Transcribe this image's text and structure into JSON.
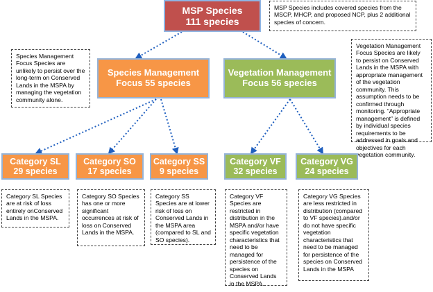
{
  "root": {
    "title": "MSP Species",
    "count": "111 species"
  },
  "root_note": "MSP Species includes covered species from the MSCP, MHCP, and proposed NCP, plus 2 additional species of concern.",
  "species_mgmt": {
    "title": "Species Management",
    "count": "Focus 55 species"
  },
  "species_mgmt_note": "Species Management Focus Species are unlikely to persist over the long-term on Conserved Lands in the MSPA by managing the vegetation community alone.",
  "veg_mgmt": {
    "title": "Vegetation Management",
    "count": "Focus 56 species"
  },
  "veg_mgmt_note": "Vegetation Management Focus Species are likely to persist on Conserved Lands in the MSPA with appropriate management of the vegetation community. This assumption needs to be confirmed through monitoring. “Appropriate management” is defined by individual species requirements to be addressed in goals and objectives for each vegetation community.",
  "categories": [
    {
      "title": "Category SL",
      "count": "29 species",
      "note": "Category SL Species are at risk of loss entirely onConserved Lands in the MSPA."
    },
    {
      "title": "Category SO",
      "count": "17 species",
      "note": "Category SO Species has one or more significant occurrences at risk of loss on Conserved Lands in the MSPA."
    },
    {
      "title": "Category SS",
      "count": "9 species",
      "note": "Category SS Species are at lower risk of loss on Conserved Lands in the MSPA area (compared to SL and SO species)."
    },
    {
      "title": "Category VF",
      "count": "32 species",
      "note": "Category VF Species are restricted in distribution in the MSPA and/or have specific vegetation characteristics that need to be managed for persistence of the species on Conserved Lands in the MSPA."
    },
    {
      "title": "Category VG",
      "count": "24 species",
      "note": "Category VG Species are less restricted in distribution (compared to VF species).and/or do not have specific vegetation characteristics that need to be managed for persistence of the species on Conserved Lands in the MSPA"
    }
  ],
  "colors": {
    "root": "#c0504d",
    "species": "#f79646",
    "vegetation": "#9bbb59",
    "connector": "#1f5fbf",
    "border": "#95b3d7"
  }
}
